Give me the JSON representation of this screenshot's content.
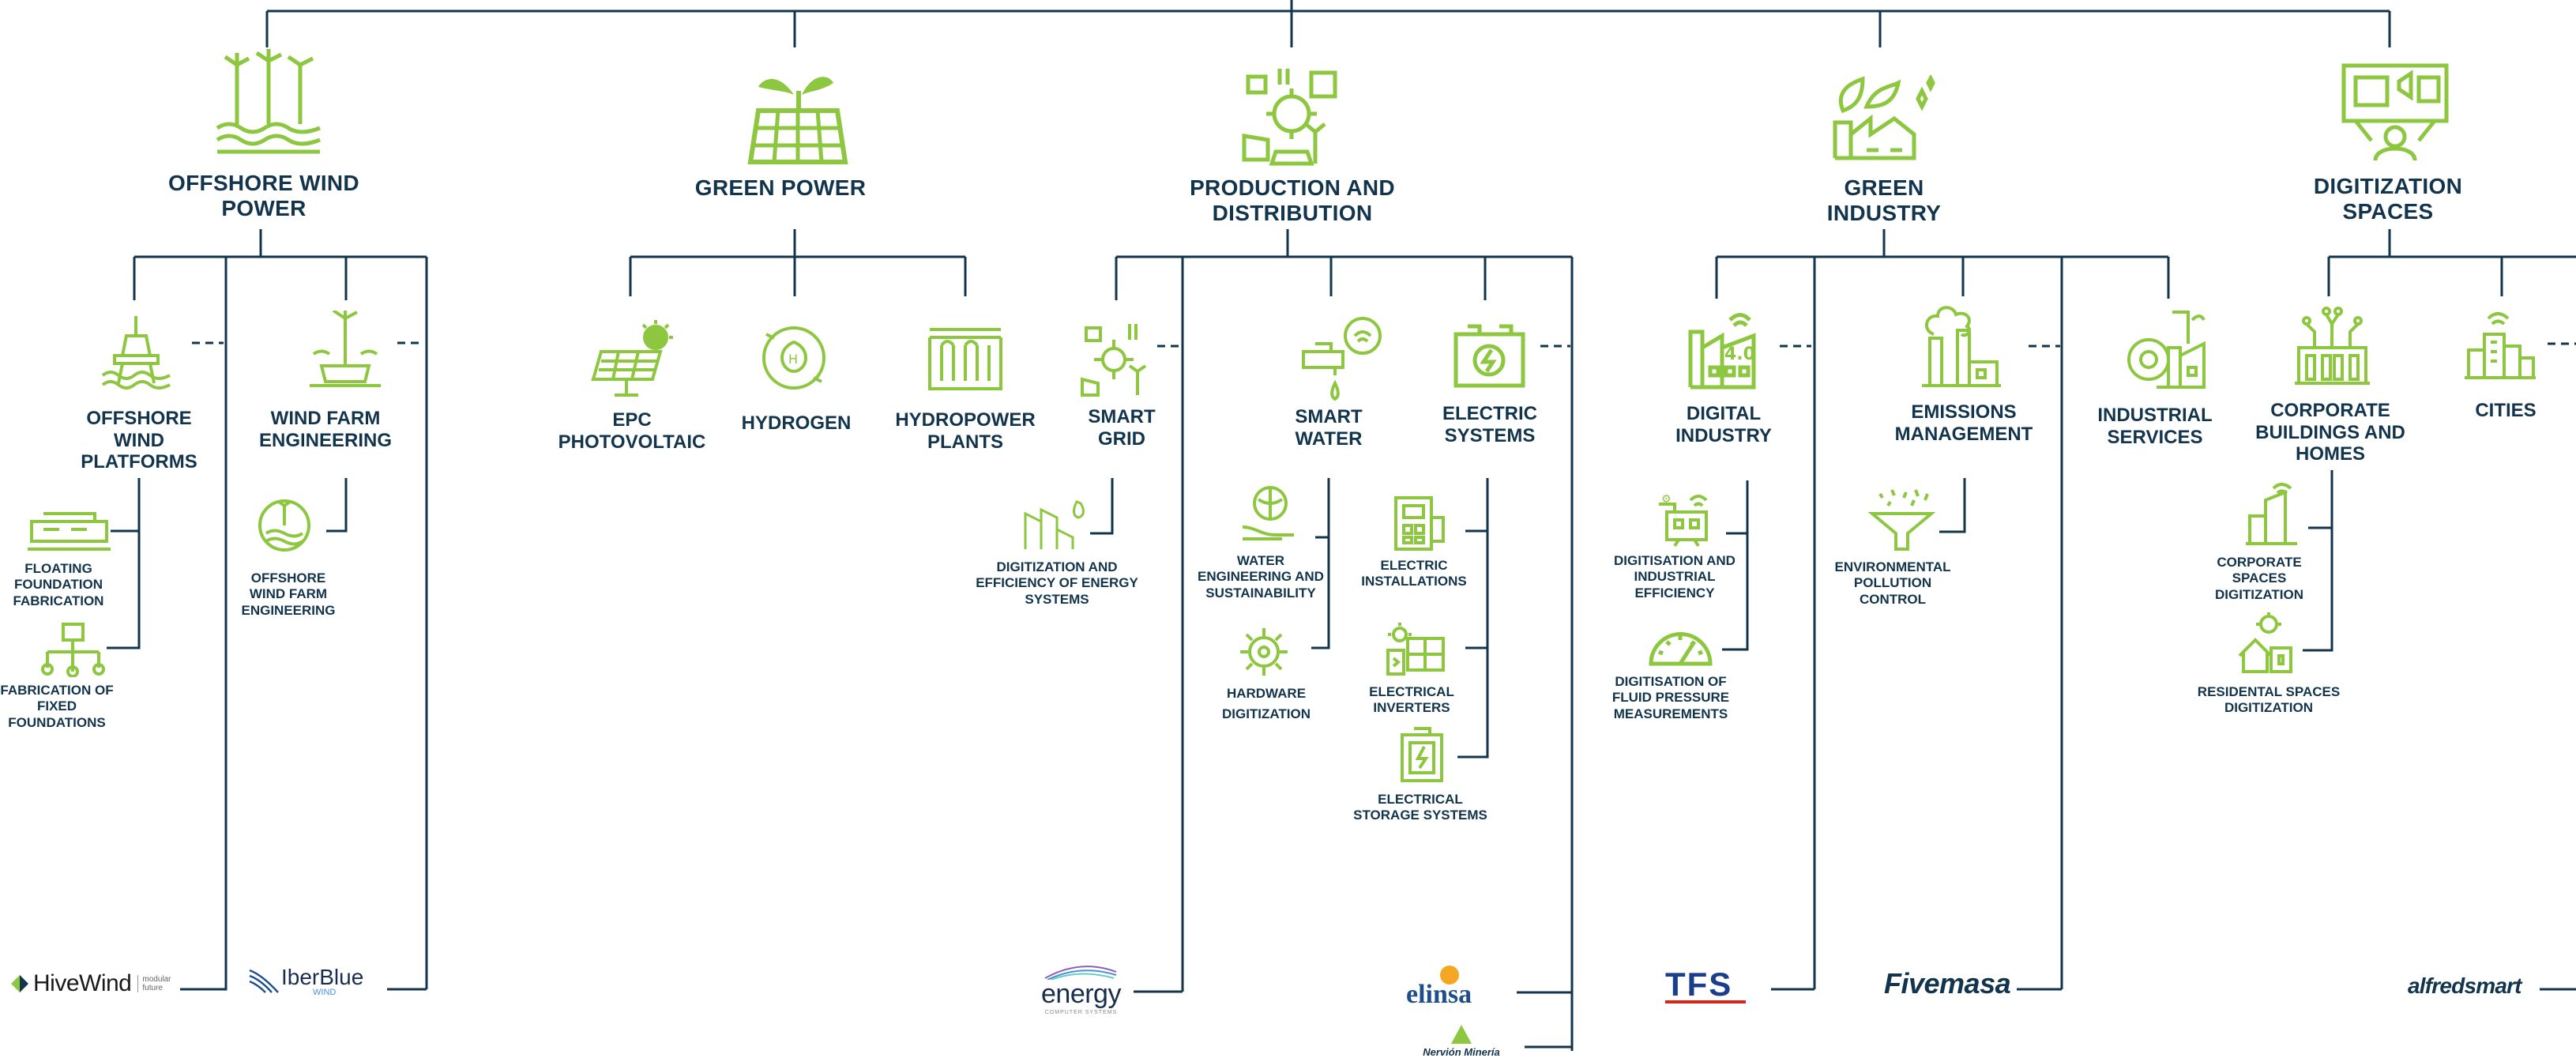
{
  "colors": {
    "line": "#12344d",
    "icon": "#8dc63f",
    "text": "#12344d",
    "tfs_red": "#d7261e",
    "tfs_blue": "#1a3e8c",
    "elinsa": "#1f4e8c",
    "elinsa_sun": "#f5a623"
  },
  "categories": {
    "offshore": "OFFSHORE WIND\nPOWER",
    "green_power": "GREEN POWER",
    "production": "PRODUCTION AND\nDISTRIBUTION",
    "green_industry": "GREEN\nINDUSTRY",
    "digitization": "DIGITIZATION\nSPACES"
  },
  "subcategories": {
    "offshore_platforms": "OFFSHORE\nWIND\nPLATFORMS",
    "wind_farm_eng": "WIND FARM\nENGINEERING",
    "epc_pv": "EPC\nPHOTOVOLTAIC",
    "hydrogen": "HYDROGEN",
    "hydropower": "HYDROPOWER\nPLANTS",
    "smart_grid": "SMART\nGRID",
    "smart_water": "SMART\nWATER",
    "electric_systems": "ELECTRIC\nSYSTEMS",
    "digital_industry": "DIGITAL\nINDUSTRY",
    "emissions": "EMISSIONS\nMANAGEMENT",
    "industrial_services": "INDUSTRIAL\nSERVICES",
    "corporate_buildings": "CORPORATE\nBUILDINGS AND\nHOMES",
    "cities": "CITIES"
  },
  "services": {
    "floating": "FLOATING\nFOUNDATION\nFABRICATION",
    "fixed": "FABRICATION OF\nFIXED\nFOUNDATIONS",
    "offshore_wind_farm_eng": "OFFSHORE\nWIND FARM\nENGINEERING",
    "digitization_energy": "DIGITIZATION AND\nEFFICIENCY OF ENERGY\nSYSTEMS",
    "water_eng": "WATER\nENGINEERING AND\nSUSTAINABILITY",
    "hardware_dig": "HARDWARE\nDIGITIZATION",
    "electric_installations": "ELECTRIC\nINSTALLATIONS",
    "electrical_inverters": "ELECTRICAL\nINVERTERS",
    "electrical_storage": "ELECTRICAL\nSTORAGE SYSTEMS",
    "digitisation_industrial": "DIGITISATION AND\nINDUSTRIAL\nEFFICIENCY",
    "digitisation_fluid": "DIGITISATION OF\nFLUID PRESSURE\nMEASUREMENTS",
    "env_pollution": "ENVIRONMENTAL\nPOLLUTION\nCONTROL",
    "corporate_spaces": "CORPORATE\nSPACES\nDIGITIZATION",
    "residential_spaces": "RESIDENTAL SPACES\nDIGITIZATION"
  },
  "logos": {
    "hivewind": "HiveWind",
    "hivewind_tag": "modular\nfuture",
    "iberblue": "IberBlue",
    "iberblue_tag": "WIND",
    "energy": "energy",
    "energy_tag": "COMPUTER SYSTEMS",
    "elinsa": "elinsa",
    "nervion": "Nervión Minería",
    "tfs": "TFS",
    "fivemasa": "Fivemasa",
    "alfredsmart": "alfredsmart"
  }
}
